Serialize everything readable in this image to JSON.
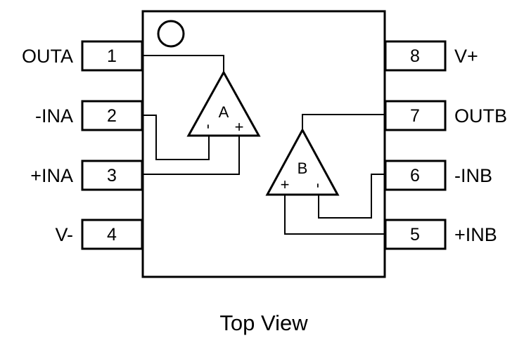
{
  "caption": "Top View",
  "amplifiers": [
    {
      "label": "A",
      "minus": "-",
      "plus": "+"
    },
    {
      "label": "B",
      "minus": "-",
      "plus": "+"
    }
  ],
  "pins": [
    {
      "number": "1",
      "name": "OUTA"
    },
    {
      "number": "2",
      "name": "-INA"
    },
    {
      "number": "3",
      "name": "+INA"
    },
    {
      "number": "4",
      "name": "V-"
    },
    {
      "number": "5",
      "name": "+INB"
    },
    {
      "number": "6",
      "name": "-INB"
    },
    {
      "number": "7",
      "name": "OUTB"
    },
    {
      "number": "8",
      "name": "V+"
    }
  ],
  "colors": {
    "stroke": "#000000",
    "background": "#ffffff"
  }
}
